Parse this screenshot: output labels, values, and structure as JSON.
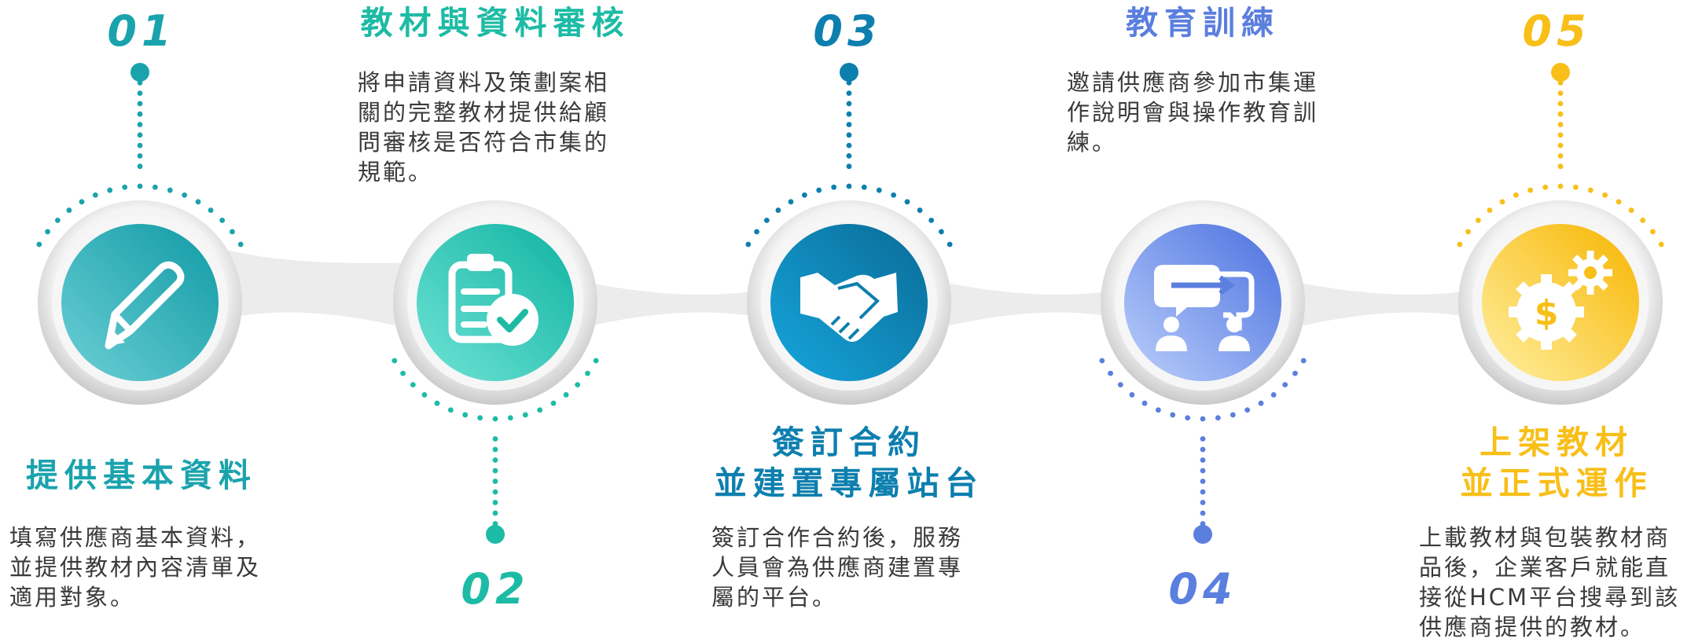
{
  "steps": [
    {
      "number": "01",
      "title_lines": [
        "提供基本資料"
      ],
      "description": "填寫供應商基本資料，\n並提供教材內容清單及\n適用對象。",
      "icon": "pencil-icon",
      "color": "#1aa3ad"
    },
    {
      "number": "02",
      "title_lines": [
        "教材與資料審核"
      ],
      "description": "將申請資料及策劃案相\n關的完整教材提供給顧\n問審核是否符合市集的\n規範。",
      "icon": "clipboard-check-icon",
      "color": "#1dbba5"
    },
    {
      "number": "03",
      "title_lines": [
        "簽訂合約",
        "並建置專屬站台"
      ],
      "description": "簽訂合作合約後，服務\n人員會為供應商建置專\n屬的平台。",
      "icon": "handshake-icon",
      "color": "#0d7fae"
    },
    {
      "number": "04",
      "title_lines": [
        "教育訓練"
      ],
      "description": "邀請供應商參加市集運\n作說明會與操作教育訓\n練。",
      "icon": "training-meeting-icon",
      "color": "#5b7fde"
    },
    {
      "number": "05",
      "title_lines": [
        "上架教材",
        "並正式運作"
      ],
      "description": "上載教材與包裝教材商\n品後，企業客戶就能直\n接從HCM平台搜尋到該\n供應商提供的教材。",
      "icon": "money-gear-icon",
      "color": "#f8bf18"
    }
  ]
}
